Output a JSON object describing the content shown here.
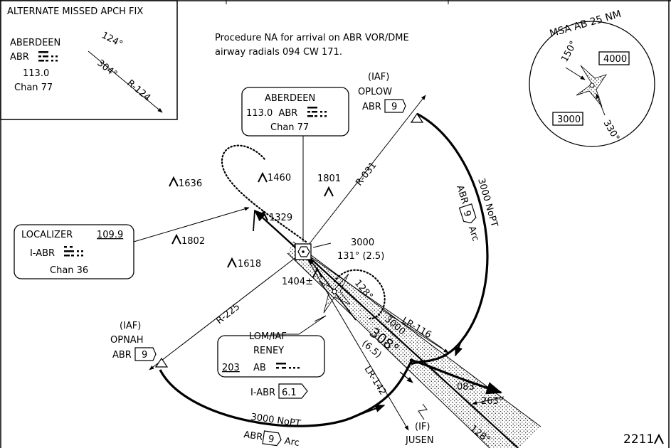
{
  "alternate_missed": {
    "title": "ALTERNATE MISSED APCH FIX",
    "vor_name": "ABERDEEN",
    "vor_id": "ABR",
    "vor_freq": "113.0",
    "vor_chan": "Chan 77",
    "course_out": "124°",
    "course_in": "304°",
    "radial": "R-124"
  },
  "procedure_note": {
    "line1": "Procedure NA for arrival on ABR VOR/DME",
    "line2": "airway radials 094 CW 171."
  },
  "msa": {
    "title": "MSA AB 25 NM",
    "bearing_1": "150°",
    "bearing_2": "330°",
    "alt_ne": "4000",
    "alt_sw": "3000"
  },
  "aberdeen_box": {
    "name": "ABERDEEN",
    "freq_line": "113.0  ABR",
    "chan": "Chan 77"
  },
  "localizer_box": {
    "title": "LOCALIZER",
    "freq": "109.9",
    "ident": "I-ABR",
    "chan": "Chan 36"
  },
  "lom_box": {
    "title": "LOM/IAF",
    "name": "RENEY",
    "freq": "203",
    "ident": "AB"
  },
  "oplow": {
    "role": "(IAF)",
    "name": "OPLOW",
    "navaid": "ABR",
    "dme": "9"
  },
  "opnah": {
    "role": "(IAF)",
    "name": "OPNAH",
    "navaid": "ABR",
    "dme": "9"
  },
  "jusen": {
    "role": "(IF)",
    "name": "JUSEN"
  },
  "arc_east": {
    "label": "3000 NoPT",
    "navaid": "ABR",
    "dme": "9",
    "suffix": "Arc"
  },
  "arc_west": {
    "label": "3000 NoPT",
    "navaid": "ABR",
    "dme": "9",
    "suffix": "Arc"
  },
  "radials": {
    "r031": "R-031",
    "r225": "R-225",
    "lr116": "LR-116",
    "lr142": "LR-142"
  },
  "segment": {
    "alt": "3000",
    "course_dist": "131° (2.5)"
  },
  "holding": {
    "course": "128°"
  },
  "final": {
    "alt": "3000",
    "course": "308°",
    "dist": "(6.5)",
    "course_128": "128°"
  },
  "arrow_east": {
    "out": "083°",
    "in": "263°"
  },
  "lom_dme": {
    "ident": "I-ABR",
    "dme": "6.1"
  },
  "obstacles": {
    "o1636": "1636",
    "o1460": "1460",
    "o1801": "1801",
    "o1329": "1329",
    "o1802": "1802",
    "o1618": "1618",
    "o1404": "1404±"
  },
  "footer": {
    "code": "2211"
  }
}
